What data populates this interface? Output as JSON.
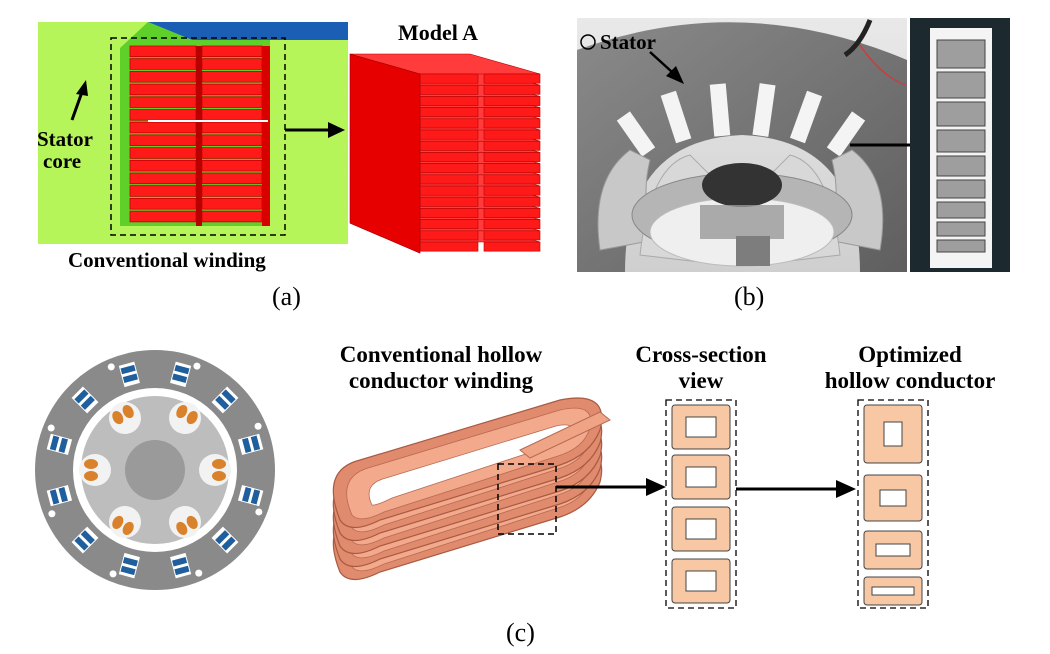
{
  "panel_a": {
    "label_stator_core_line1": "Stator",
    "label_stator_core_line2": "core",
    "label_conventional_winding": "Conventional winding",
    "label_model_a": "Model A",
    "caption": "(a)"
  },
  "panel_b": {
    "label_stator": "Stator",
    "caption": "(b)"
  },
  "panel_c": {
    "label_hollow_line1": "Conventional hollow",
    "label_hollow_line2": "conductor winding",
    "label_cross_line1": "Cross-section",
    "label_cross_line2": "view",
    "label_optimized_line1": "Optimized",
    "label_optimized_line2": "hollow conductor",
    "caption": "(c)"
  },
  "colors": {
    "stator_green": "#b6f55a",
    "winding_red": "#ff1a1a",
    "copper": "#e08a6e",
    "copper_light": "#f7c8a3",
    "steel_gray": "#777777",
    "coil_blue": "#1f5f9e",
    "coil_orange": "#d9822b"
  }
}
